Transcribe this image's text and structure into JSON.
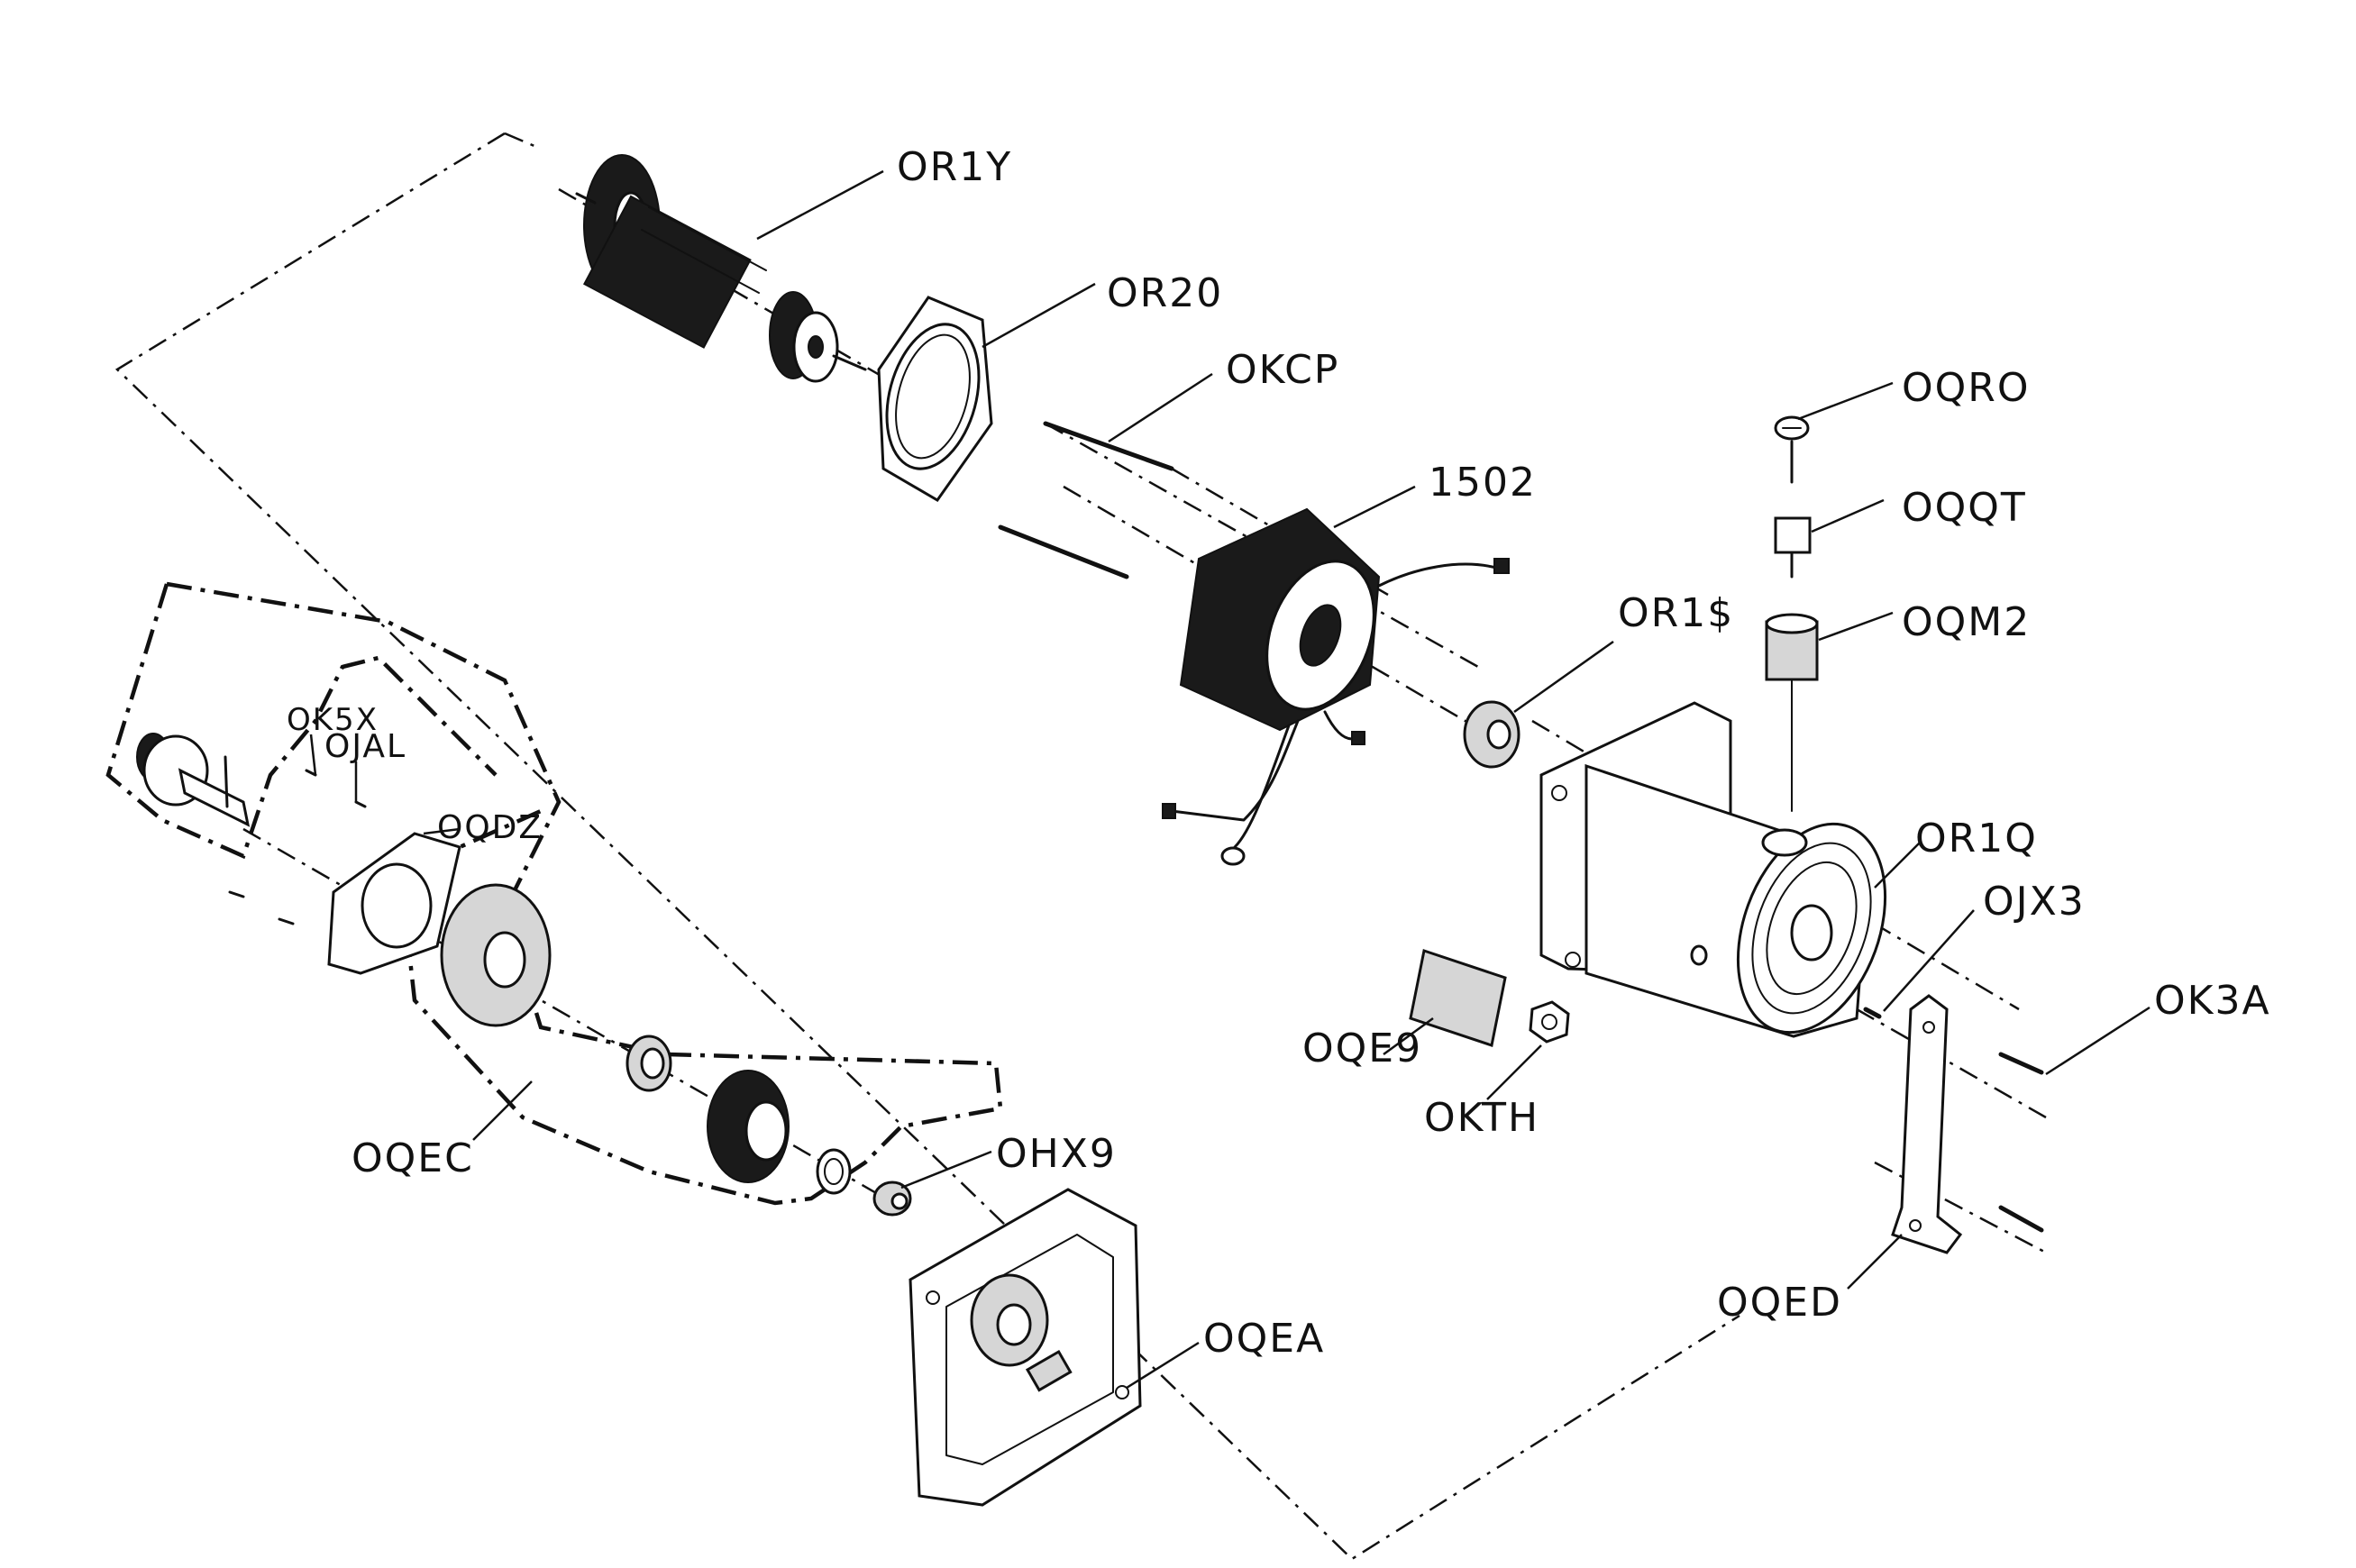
{
  "labels": {
    "OR1Y": "OR1Y",
    "OR20": "OR20",
    "OKCP": "OKCP",
    "1502": "1502",
    "OQRO": "OQRO",
    "OQQT": "OQQT",
    "OQM2": "OQM2",
    "OR1S": "OR1$",
    "OK5X": "OK5X",
    "OJAL": "OJAL",
    "OQDZ": "OQDZ",
    "OR1Q": "OR1Q",
    "OJX3": "OJX3",
    "OK3A": "OK3A",
    "OQE9": "OQE9",
    "OKTH": "OKTH",
    "OQEC": "OQEC",
    "OHX9": "OHX9",
    "OQED": "OQED",
    "OQEA": "OQEA"
  }
}
